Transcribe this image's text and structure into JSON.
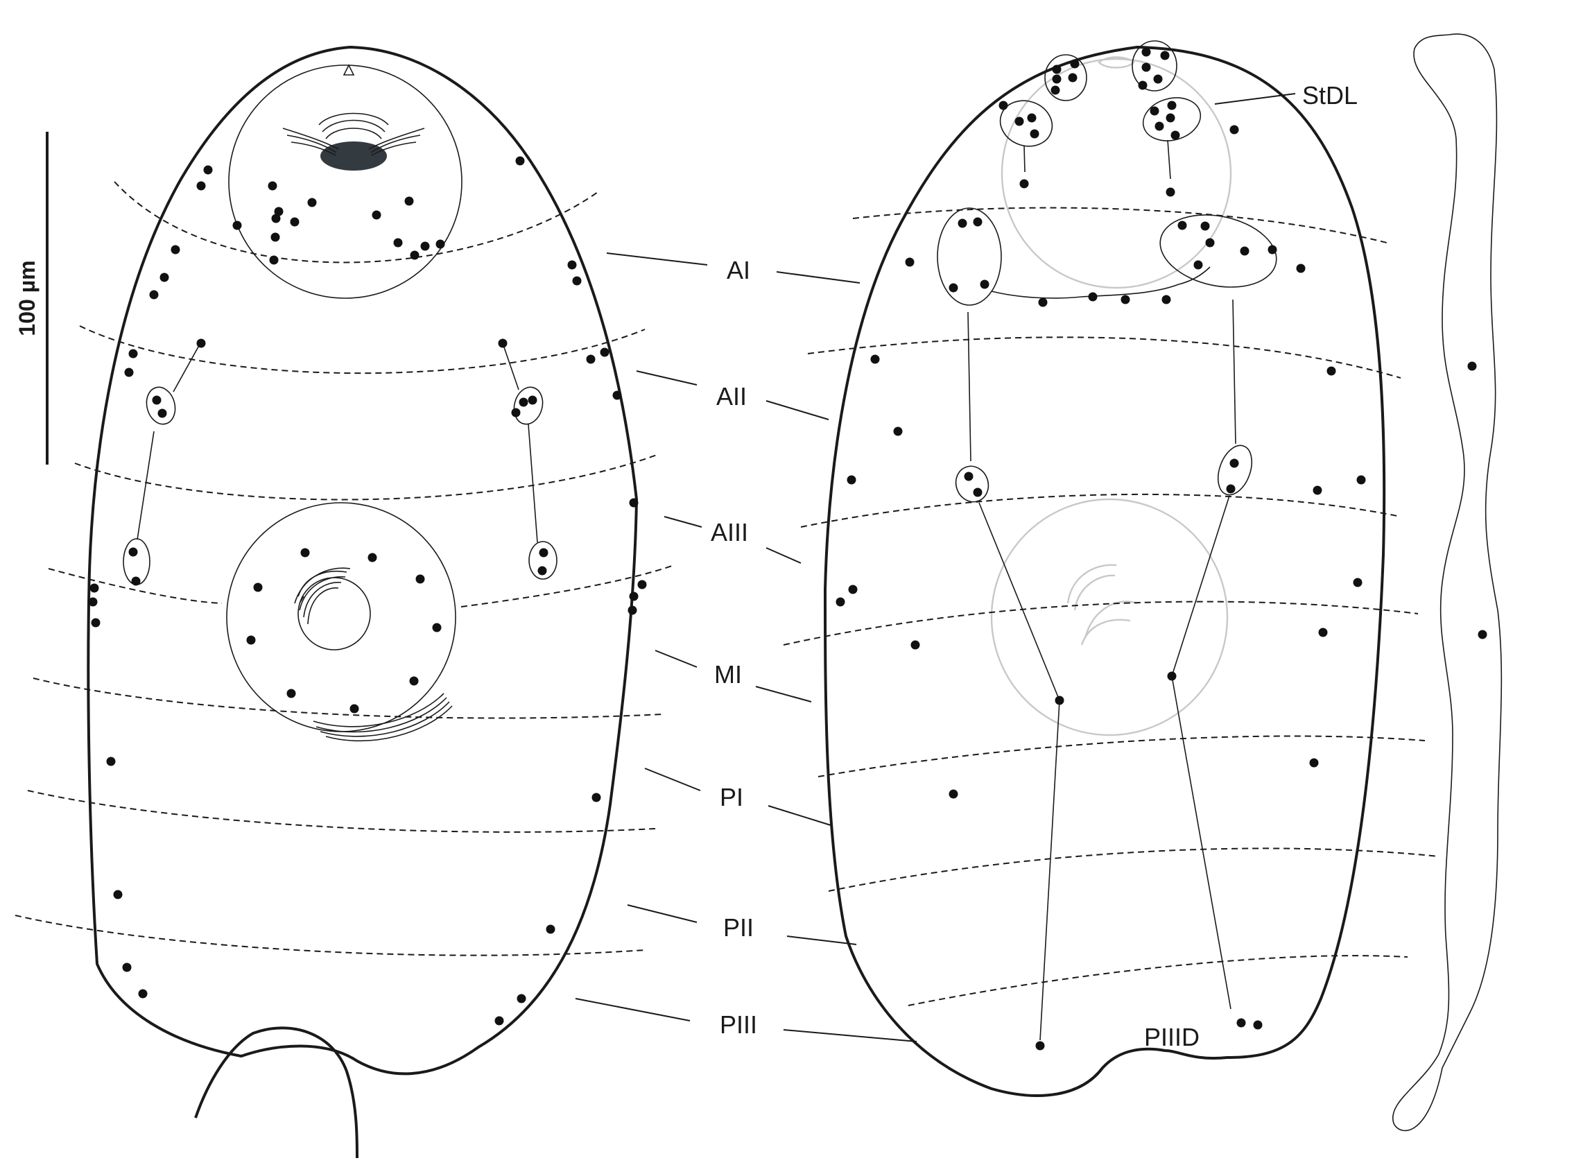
{
  "figure": {
    "scale_bar_label": "100 µm",
    "labels": {
      "AI": "AI",
      "AII": "AII",
      "AIII": "AIII",
      "MI": "MI",
      "PI": "PI",
      "PII": "PII",
      "PIII": "PIII",
      "StDL": "StDL",
      "PIIID": "PIIID"
    },
    "colors": {
      "ink": "#1a1a1a",
      "faint_outline": "#c8c8c8",
      "spiracle_fill": "#333a40"
    }
  }
}
